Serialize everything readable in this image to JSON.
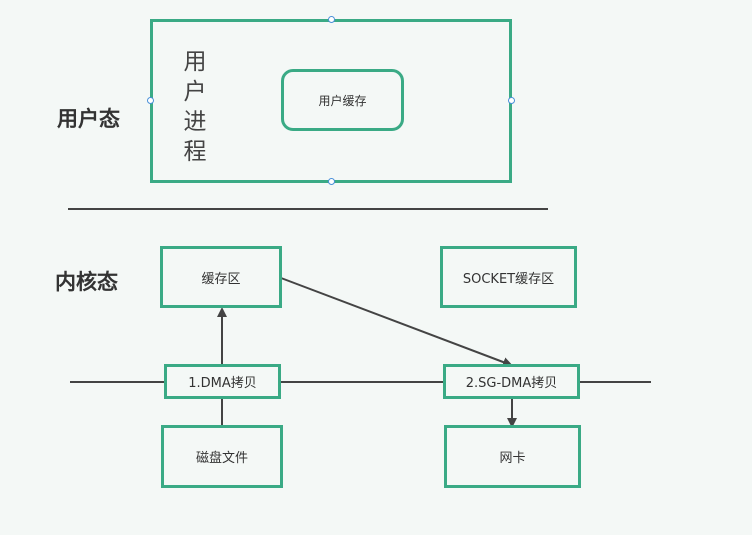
{
  "zones": {
    "user": "用户态",
    "kernel": "内核态"
  },
  "user_process": {
    "label": "用户进程",
    "buffer": "用户缓存"
  },
  "kernel_boxes": {
    "cache": "缓存区",
    "socket_cache": "SOCKET缓存区",
    "dma_copy": "1.DMA拷贝",
    "sg_dma_copy": "2.SG-DMA拷贝",
    "disk_file": "磁盘文件",
    "nic": "网卡"
  },
  "colors": {
    "box_border": "#3aaa85",
    "line": "#444444",
    "handle": "#4a90d9"
  }
}
